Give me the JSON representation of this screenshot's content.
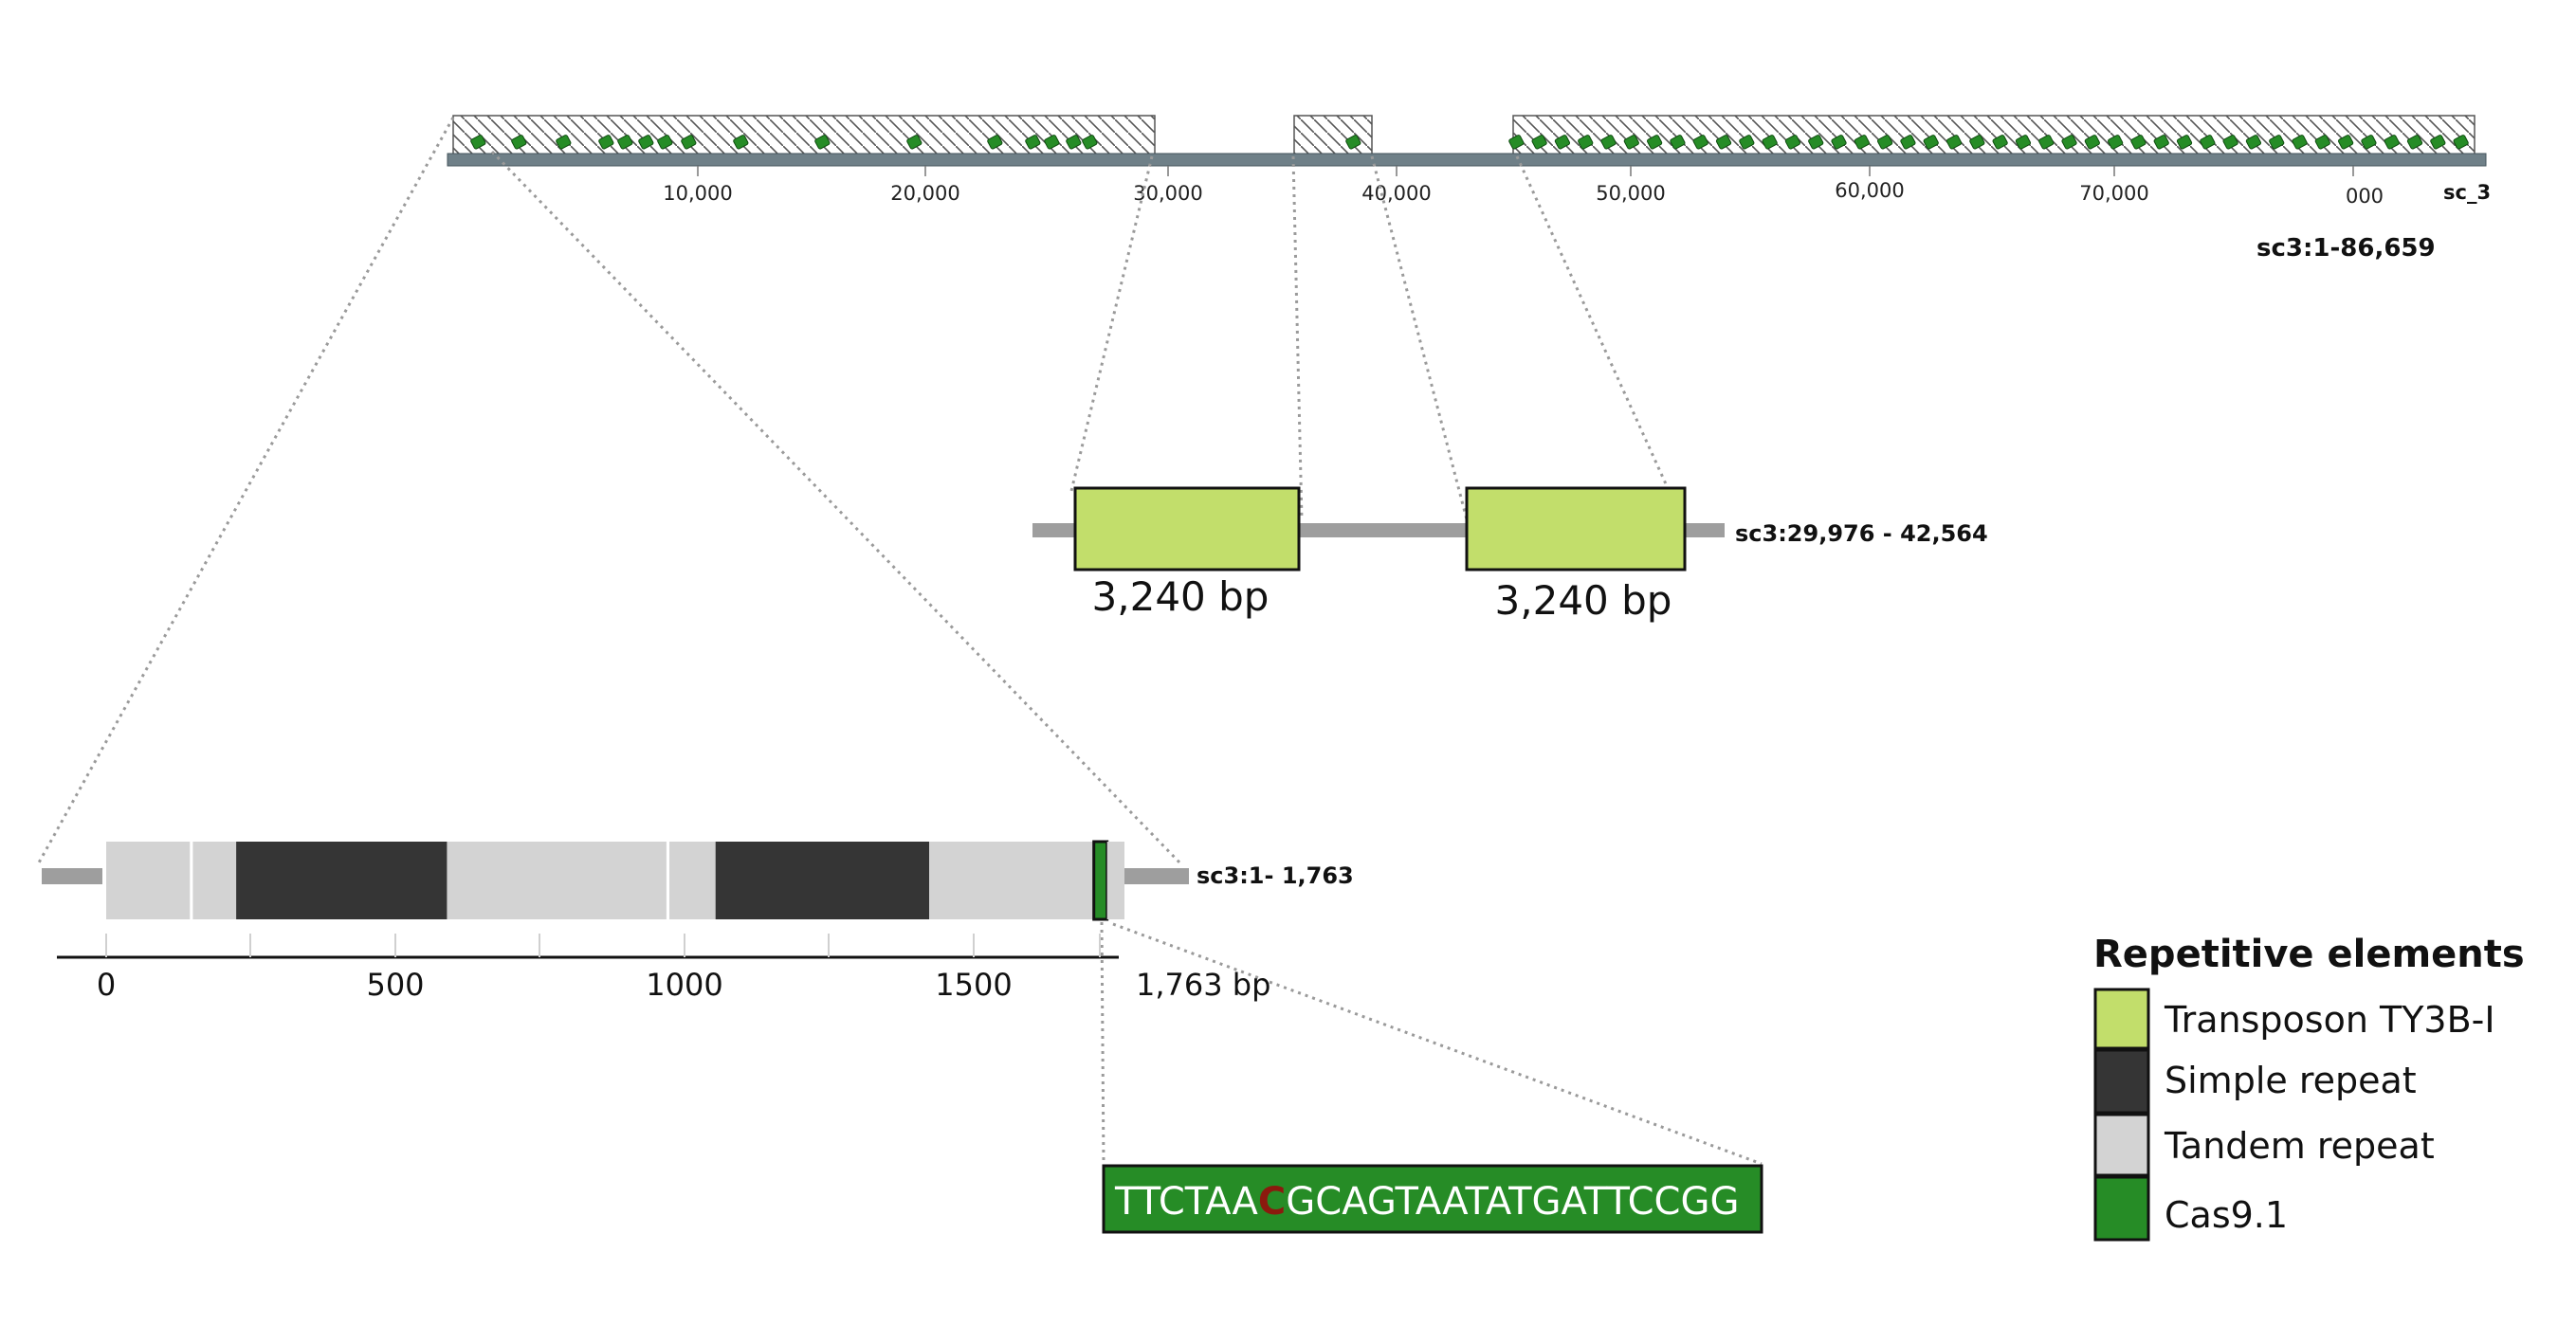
{
  "genome": {
    "scaffold_label": "sc3:1-86,659",
    "axis_end_label": "sc_3",
    "ticks": [
      "10,000",
      "20,000",
      "30,000",
      "40,000",
      "50,000",
      "60,000",
      "70,000",
      "000"
    ]
  },
  "transposon_region": {
    "label": "sc3:29,976 - 42,564",
    "elements": [
      {
        "size_label": "3,240 bp"
      },
      {
        "size_label": "3,240 bp"
      }
    ]
  },
  "repeat_region": {
    "label": "sc3:1- 1,763",
    "ticks": [
      "0",
      "500",
      "1000",
      "1500",
      "1,763 bp"
    ],
    "segments": [
      {
        "type": "tandem",
        "start": 0,
        "end": 145
      },
      {
        "type": "tandem",
        "start": 150,
        "end": 225
      },
      {
        "type": "simple",
        "start": 225,
        "end": 590
      },
      {
        "type": "tandem",
        "start": 590,
        "end": 970
      },
      {
        "type": "tandem",
        "start": 975,
        "end": 1055
      },
      {
        "type": "simple",
        "start": 1055,
        "end": 1425
      },
      {
        "type": "tandem",
        "start": 1425,
        "end": 1710
      },
      {
        "type": "cas",
        "start": 1710,
        "end": 1733
      },
      {
        "type": "tandem",
        "start": 1733,
        "end": 1763
      }
    ]
  },
  "guide": {
    "prefix": "TTCTAA",
    "highlight": "C",
    "suffix": "GCAGTAATATGATTCCGG"
  },
  "legend": {
    "title": "Repetitive elements",
    "items": [
      {
        "label": "Transposon TY3B-I",
        "color": "#c2de6b"
      },
      {
        "label": "Simple repeat",
        "color": "#353535"
      },
      {
        "label": "Tandem repeat",
        "color": "#d3d3d3"
      },
      {
        "label": "Cas9.1",
        "color": "#268c26"
      }
    ]
  },
  "colors": {
    "transposon": "#c2de6b",
    "simple": "#353535",
    "tandem": "#d3d3d3",
    "cas": "#268c26",
    "highlight": "#8b1a0e",
    "backbone": "#9e9e9e"
  }
}
